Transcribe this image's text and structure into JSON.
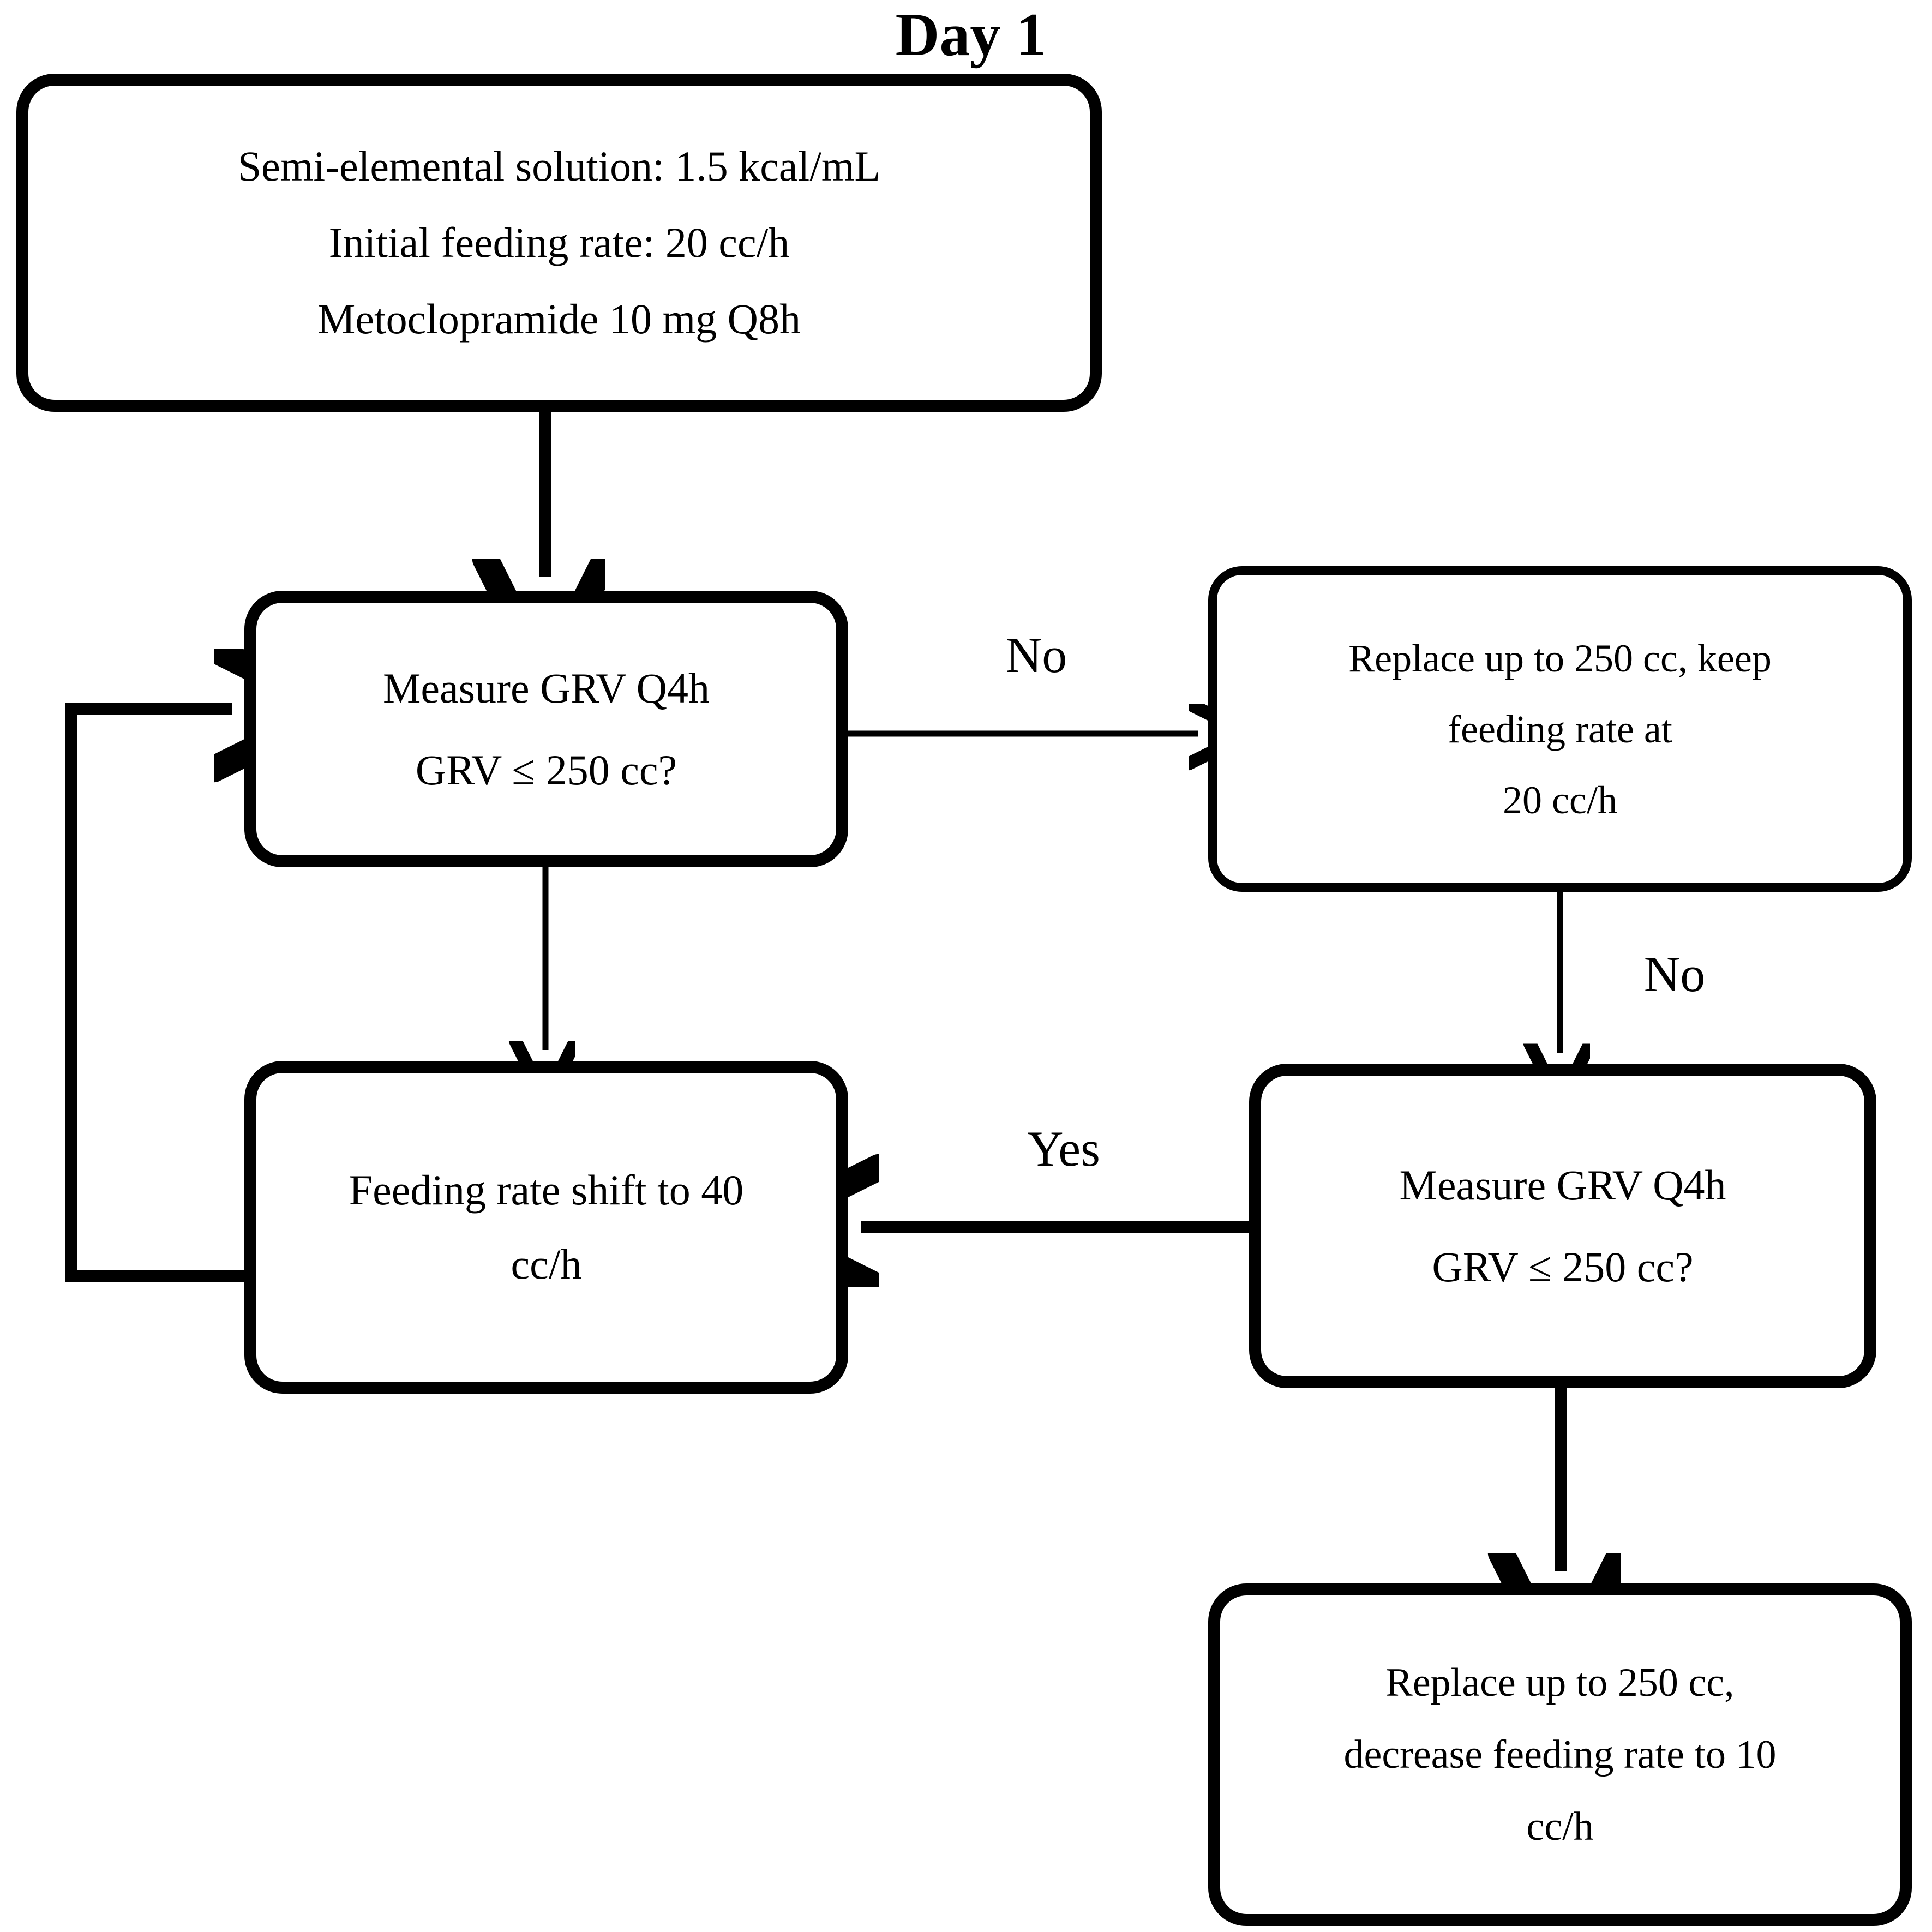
{
  "diagram": {
    "title": "Day 1",
    "type": "flowchart",
    "nodes": [
      {
        "id": "day1-protocol",
        "name": "day1-protocol-box",
        "lines": [
          "Semi-elemental solution: 1.5 kcal/mL",
          "Initial feeding rate: 20 cc/h",
          "Metoclopramide 10 mg Q8h"
        ]
      },
      {
        "id": "measure-grv-1",
        "name": "measure-grv-decision-1",
        "lines": [
          "Measure GRV Q4h",
          "GRV ≤ 250 cc?"
        ]
      },
      {
        "id": "replace-keep-20",
        "name": "replace-keep-rate-box",
        "lines": [
          "Replace up to 250 cc, keep",
          "feeding rate at",
          "20 cc/h"
        ]
      },
      {
        "id": "shift-40",
        "name": "feeding-rate-shift-box",
        "lines": [
          "Feeding rate shift to 40",
          "cc/h"
        ]
      },
      {
        "id": "measure-grv-2",
        "name": "measure-grv-decision-2",
        "lines": [
          "Measure GRV Q4h",
          "GRV ≤ 250 cc?"
        ]
      },
      {
        "id": "replace-decrease-10",
        "name": "replace-decrease-rate-box",
        "lines": [
          "Replace up to 250 cc,",
          "decrease feeding rate to 10",
          "cc/h"
        ]
      }
    ],
    "edges": [
      {
        "id": "e1",
        "from": "day1-protocol",
        "to": "measure-grv-1",
        "label": ""
      },
      {
        "id": "e2",
        "from": "measure-grv-1",
        "to": "replace-keep-20",
        "label": "No"
      },
      {
        "id": "e3",
        "from": "measure-grv-1",
        "to": "shift-40",
        "label": ""
      },
      {
        "id": "e4",
        "from": "replace-keep-20",
        "to": "measure-grv-2",
        "label": "No"
      },
      {
        "id": "e5",
        "from": "measure-grv-2",
        "to": "shift-40",
        "label": "Yes"
      },
      {
        "id": "e6",
        "from": "measure-grv-2",
        "to": "replace-decrease-10",
        "label": ""
      },
      {
        "id": "e7",
        "from": "shift-40",
        "to": "measure-grv-1",
        "label": ""
      }
    ],
    "labels": {
      "no_top": "No",
      "no_right": "No",
      "yes_mid": "Yes"
    },
    "colors": {
      "stroke": "#000000",
      "background": "#ffffff",
      "text": "#000000"
    }
  }
}
